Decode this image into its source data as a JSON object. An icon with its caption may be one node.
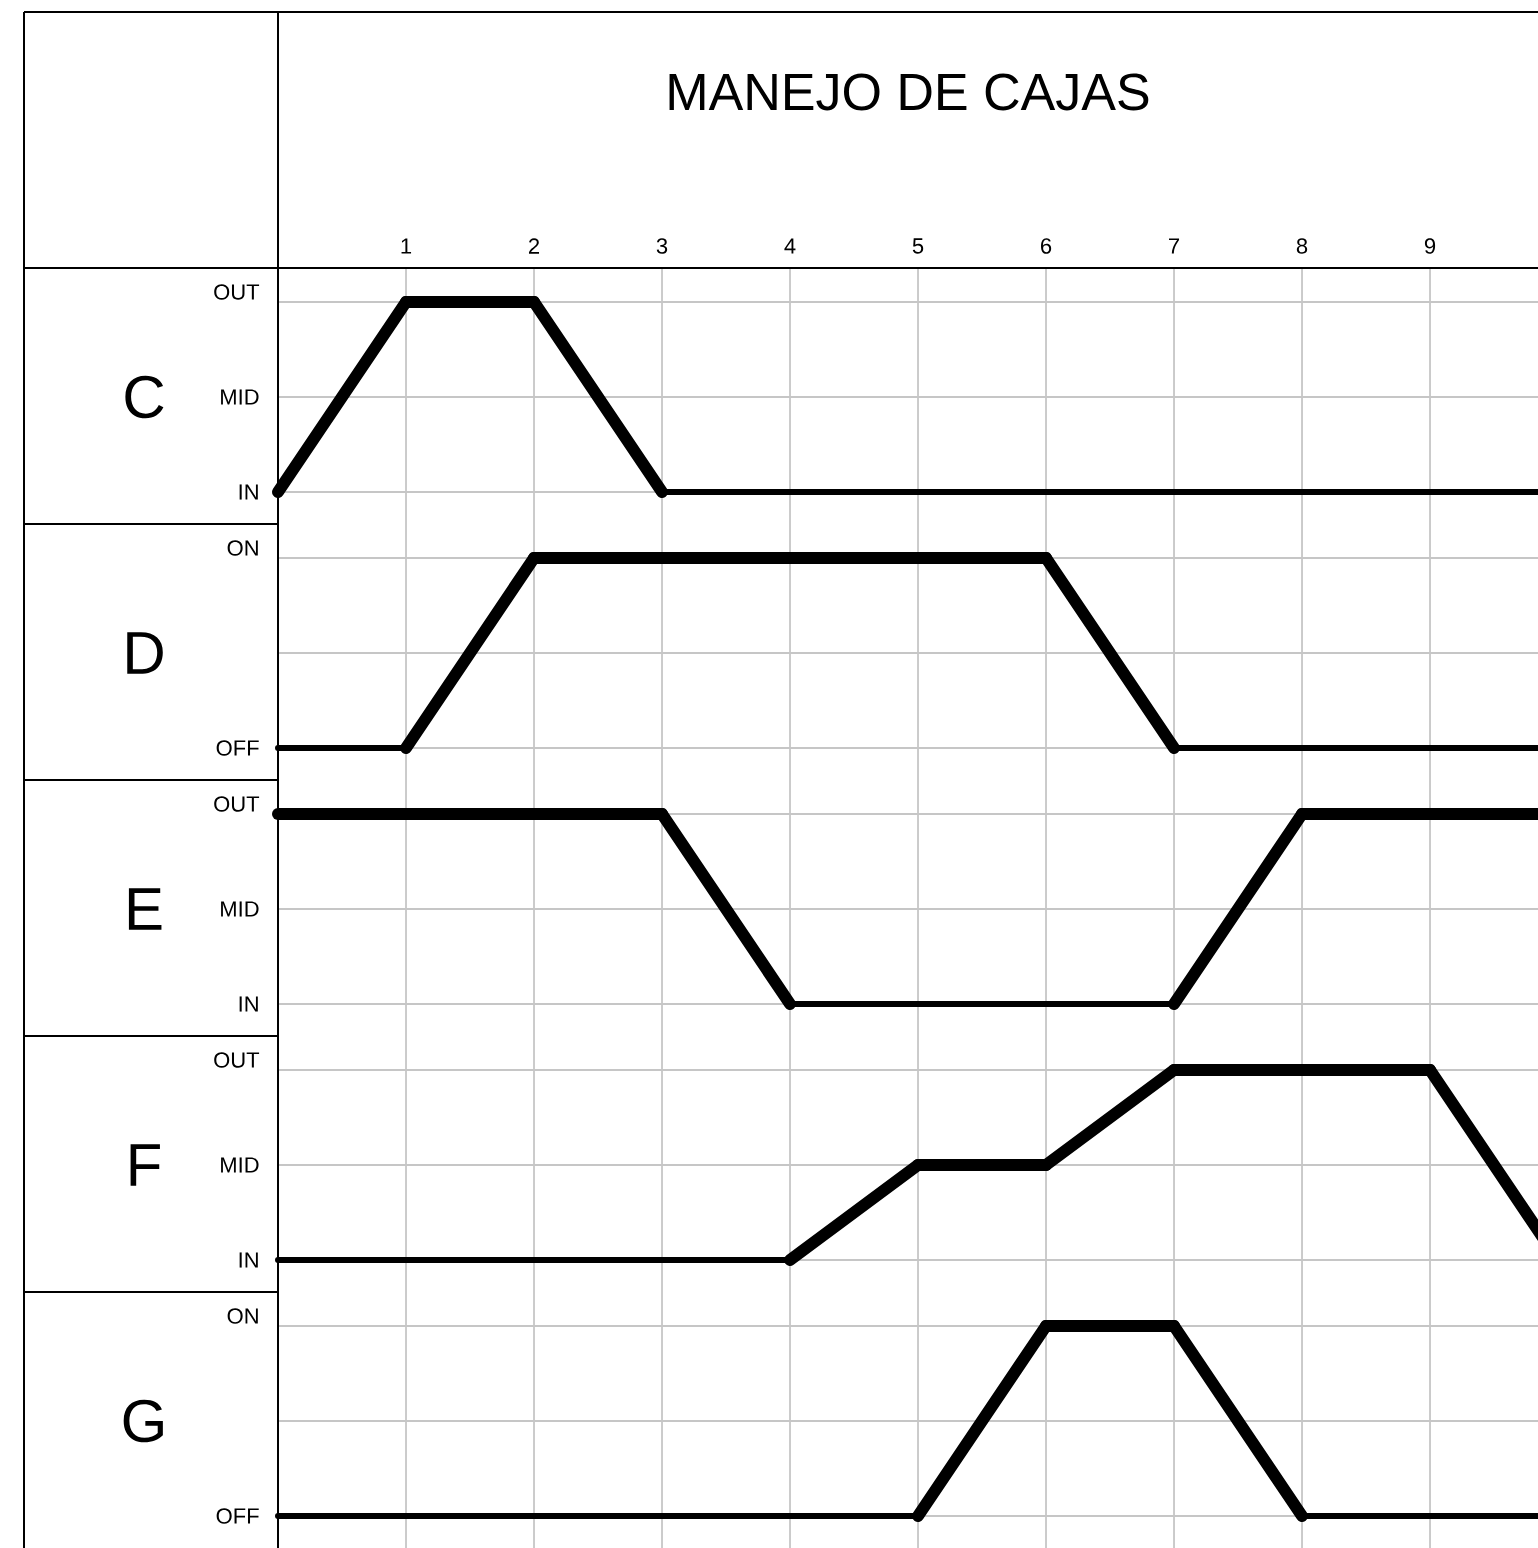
{
  "diagram": {
    "title": "MANEJO DE CAJAS",
    "labels": [
      "1",
      "2",
      "3",
      "4",
      "5",
      "6",
      "7",
      "8",
      "9",
      "OUT",
      "C",
      "MID",
      "IN",
      "ON",
      "D",
      "OFF",
      "OUT",
      "E",
      "MID",
      "IN",
      "OUT",
      "F",
      "MID",
      "IN",
      "ON",
      "G",
      "OFF"
    ]
  }
}
